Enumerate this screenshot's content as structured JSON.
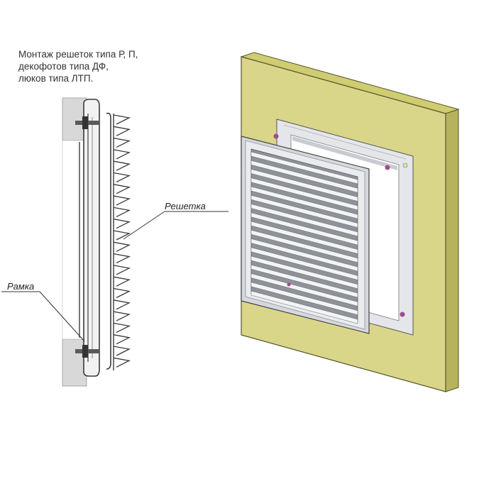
{
  "caption": {
    "line1": "Монтаж решеток типа Р, П,",
    "line2": "декофотов типа ДФ,",
    "line3": "люков типа ЛТП."
  },
  "labels": {
    "grille": "Решетка",
    "frame": "Рамка"
  },
  "colors": {
    "wall": "#d9d68a",
    "wall_side": "#b6b35e",
    "frame_metal": "#e4e6ea",
    "slat": "#c9ccd3",
    "screw": "#a14a8d",
    "wall_section": "#d8d8d8",
    "outline": "#4a4a4a"
  }
}
